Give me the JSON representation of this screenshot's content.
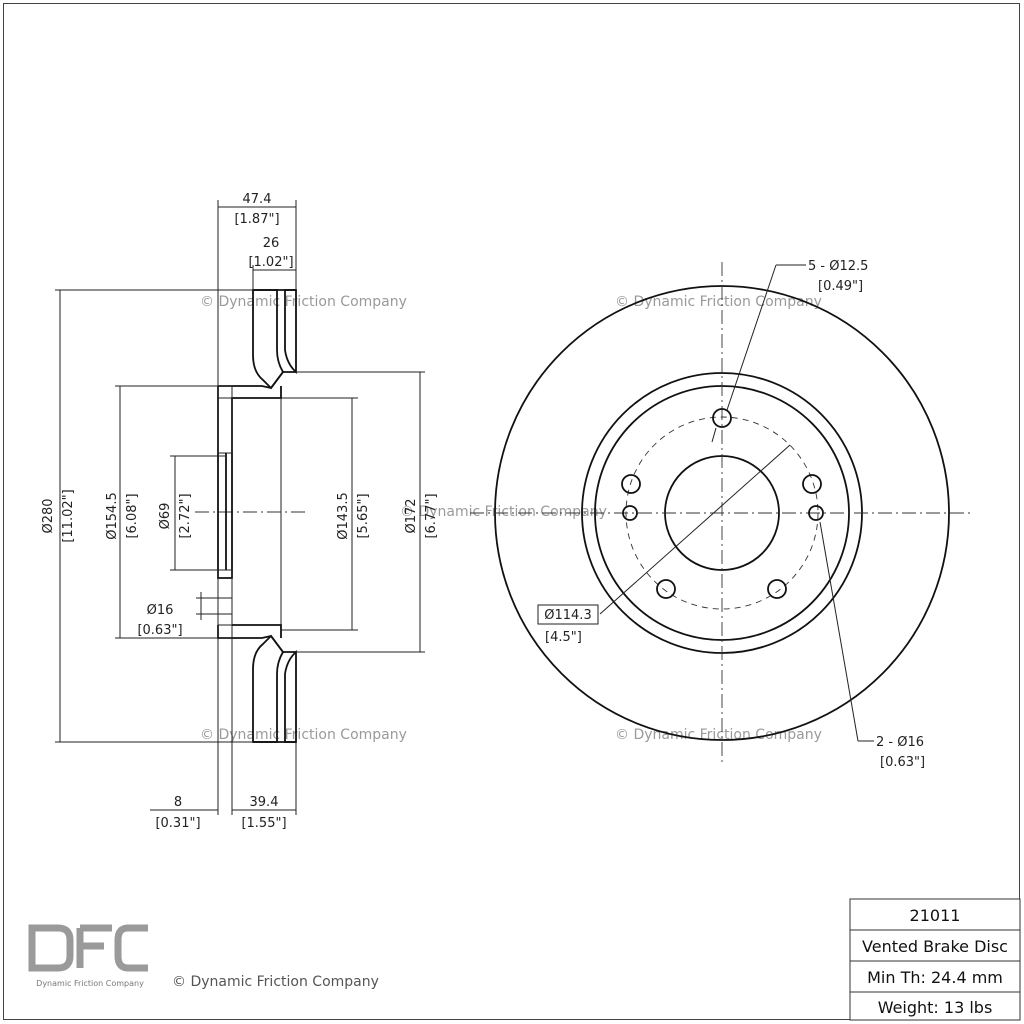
{
  "watermark": "© Dynamic Friction Company",
  "brand": {
    "letters": "DFC",
    "name": "Dynamic Friction Company",
    "copyright": "© Dynamic Friction Company"
  },
  "side_view": {
    "overall_width": {
      "mm": "47.4",
      "in": "[1.87\"]"
    },
    "rotor_width": {
      "mm": "26",
      "in": "[1.02\"]"
    },
    "outer_diameter": {
      "mm": "Ø280",
      "in": "[11.02\"]"
    },
    "hat_outer_diameter": {
      "mm": "Ø154.5",
      "in": "[6.08\"]"
    },
    "center_bore": {
      "mm": "Ø69",
      "in": "[2.72\"]"
    },
    "pilot_hole": {
      "mm": "Ø16",
      "in": "[0.63\"]"
    },
    "inner_diameter": {
      "mm": "Ø143.5",
      "in": "[5.65\"]"
    },
    "friction_inner_diameter": {
      "mm": "Ø172",
      "in": "[6.77\"]"
    },
    "hat_thickness": {
      "mm": "8",
      "in": "[0.31\"]"
    },
    "hat_depth": {
      "mm": "39.4",
      "in": "[1.55\"]"
    }
  },
  "front_view": {
    "bolt_holes": {
      "mm": "5 - Ø12.5",
      "in": "[0.49\"]"
    },
    "bolt_circle": {
      "mm": "Ø114.3",
      "in": "[4.5\"]"
    },
    "locator_holes": {
      "mm": "2 - Ø16",
      "in": "[0.63\"]"
    }
  },
  "title_block": {
    "part_number": "21011",
    "description": "Vented Brake Disc",
    "min_thickness": "Min Th: 24.4 mm",
    "weight": "Weight: 13 lbs"
  }
}
